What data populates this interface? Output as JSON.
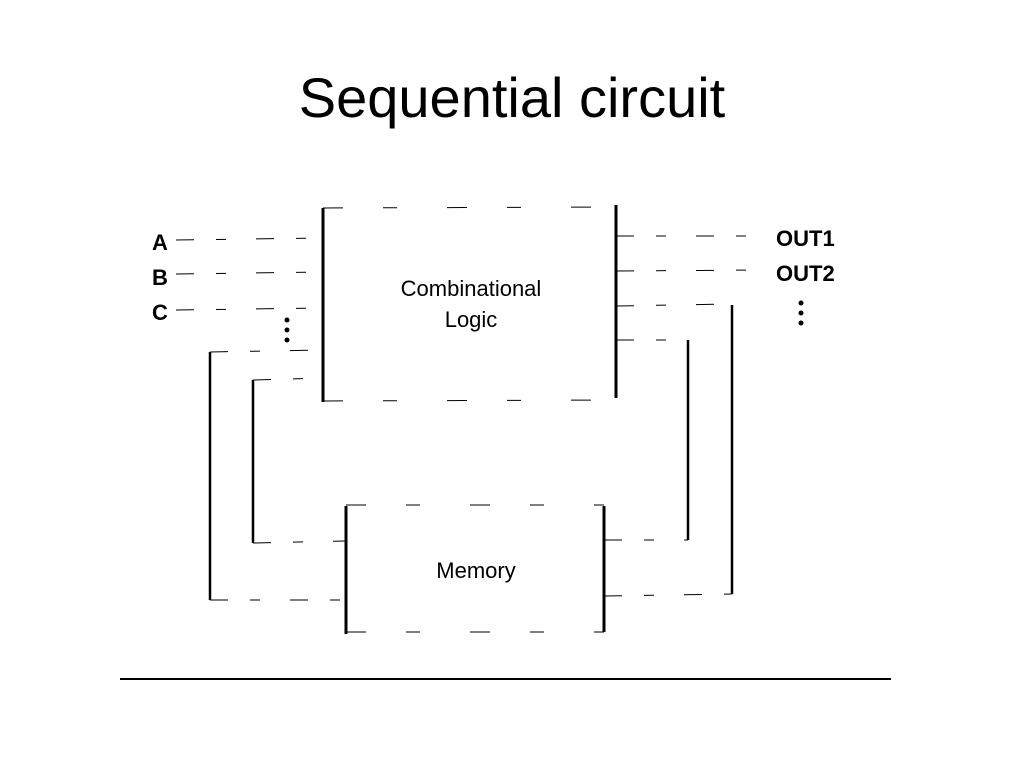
{
  "slide": {
    "title": "Sequential circuit"
  },
  "diagram": {
    "inputs": [
      "A",
      "B",
      "C"
    ],
    "outputs": [
      "OUT1",
      "OUT2"
    ],
    "combinational_block": {
      "line1": "Combinational",
      "line2": "Logic"
    },
    "memory_block": {
      "label": "Memory"
    }
  }
}
